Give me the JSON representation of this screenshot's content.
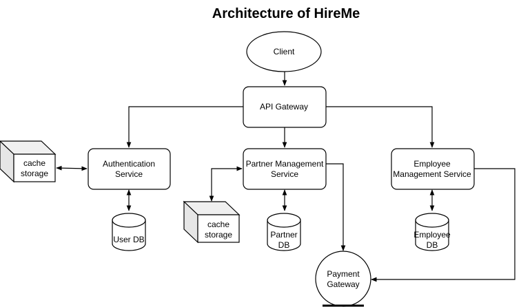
{
  "title": "Architecture of HireMe",
  "nodes": {
    "client": {
      "label": "Client"
    },
    "api_gateway": {
      "label": "API Gateway"
    },
    "auth_service": {
      "line1": "Authentication",
      "line2": "Service"
    },
    "partner_service": {
      "line1": "Partner Management",
      "line2": "Service"
    },
    "employee_service": {
      "line1": "Employee",
      "line2": "Management Service"
    },
    "cache_left": {
      "line1": "cache",
      "line2": "storage"
    },
    "cache_middle": {
      "line1": "cache",
      "line2": "storage"
    },
    "user_db": {
      "label": "User DB"
    },
    "partner_db": {
      "line1": "Partner",
      "line2": "DB"
    },
    "employee_db": {
      "line1": "Employee",
      "line2": "DB"
    },
    "payment_gateway": {
      "line1": "Payment",
      "line2": "Gateway"
    }
  },
  "edges": [
    {
      "from": "client",
      "to": "api_gateway",
      "arrow": "one-way"
    },
    {
      "from": "api_gateway",
      "to": "auth_service",
      "arrow": "one-way"
    },
    {
      "from": "api_gateway",
      "to": "partner_service",
      "arrow": "one-way"
    },
    {
      "from": "api_gateway",
      "to": "employee_service",
      "arrow": "one-way"
    },
    {
      "from": "auth_service",
      "to": "cache_left",
      "arrow": "two-way"
    },
    {
      "from": "auth_service",
      "to": "user_db",
      "arrow": "two-way"
    },
    {
      "from": "partner_service",
      "to": "cache_middle",
      "arrow": "two-way"
    },
    {
      "from": "partner_service",
      "to": "partner_db",
      "arrow": "two-way"
    },
    {
      "from": "partner_service",
      "to": "payment_gateway",
      "arrow": "one-way"
    },
    {
      "from": "employee_service",
      "to": "employee_db",
      "arrow": "two-way"
    },
    {
      "from": "employee_service",
      "to": "payment_gateway",
      "arrow": "one-way"
    }
  ]
}
